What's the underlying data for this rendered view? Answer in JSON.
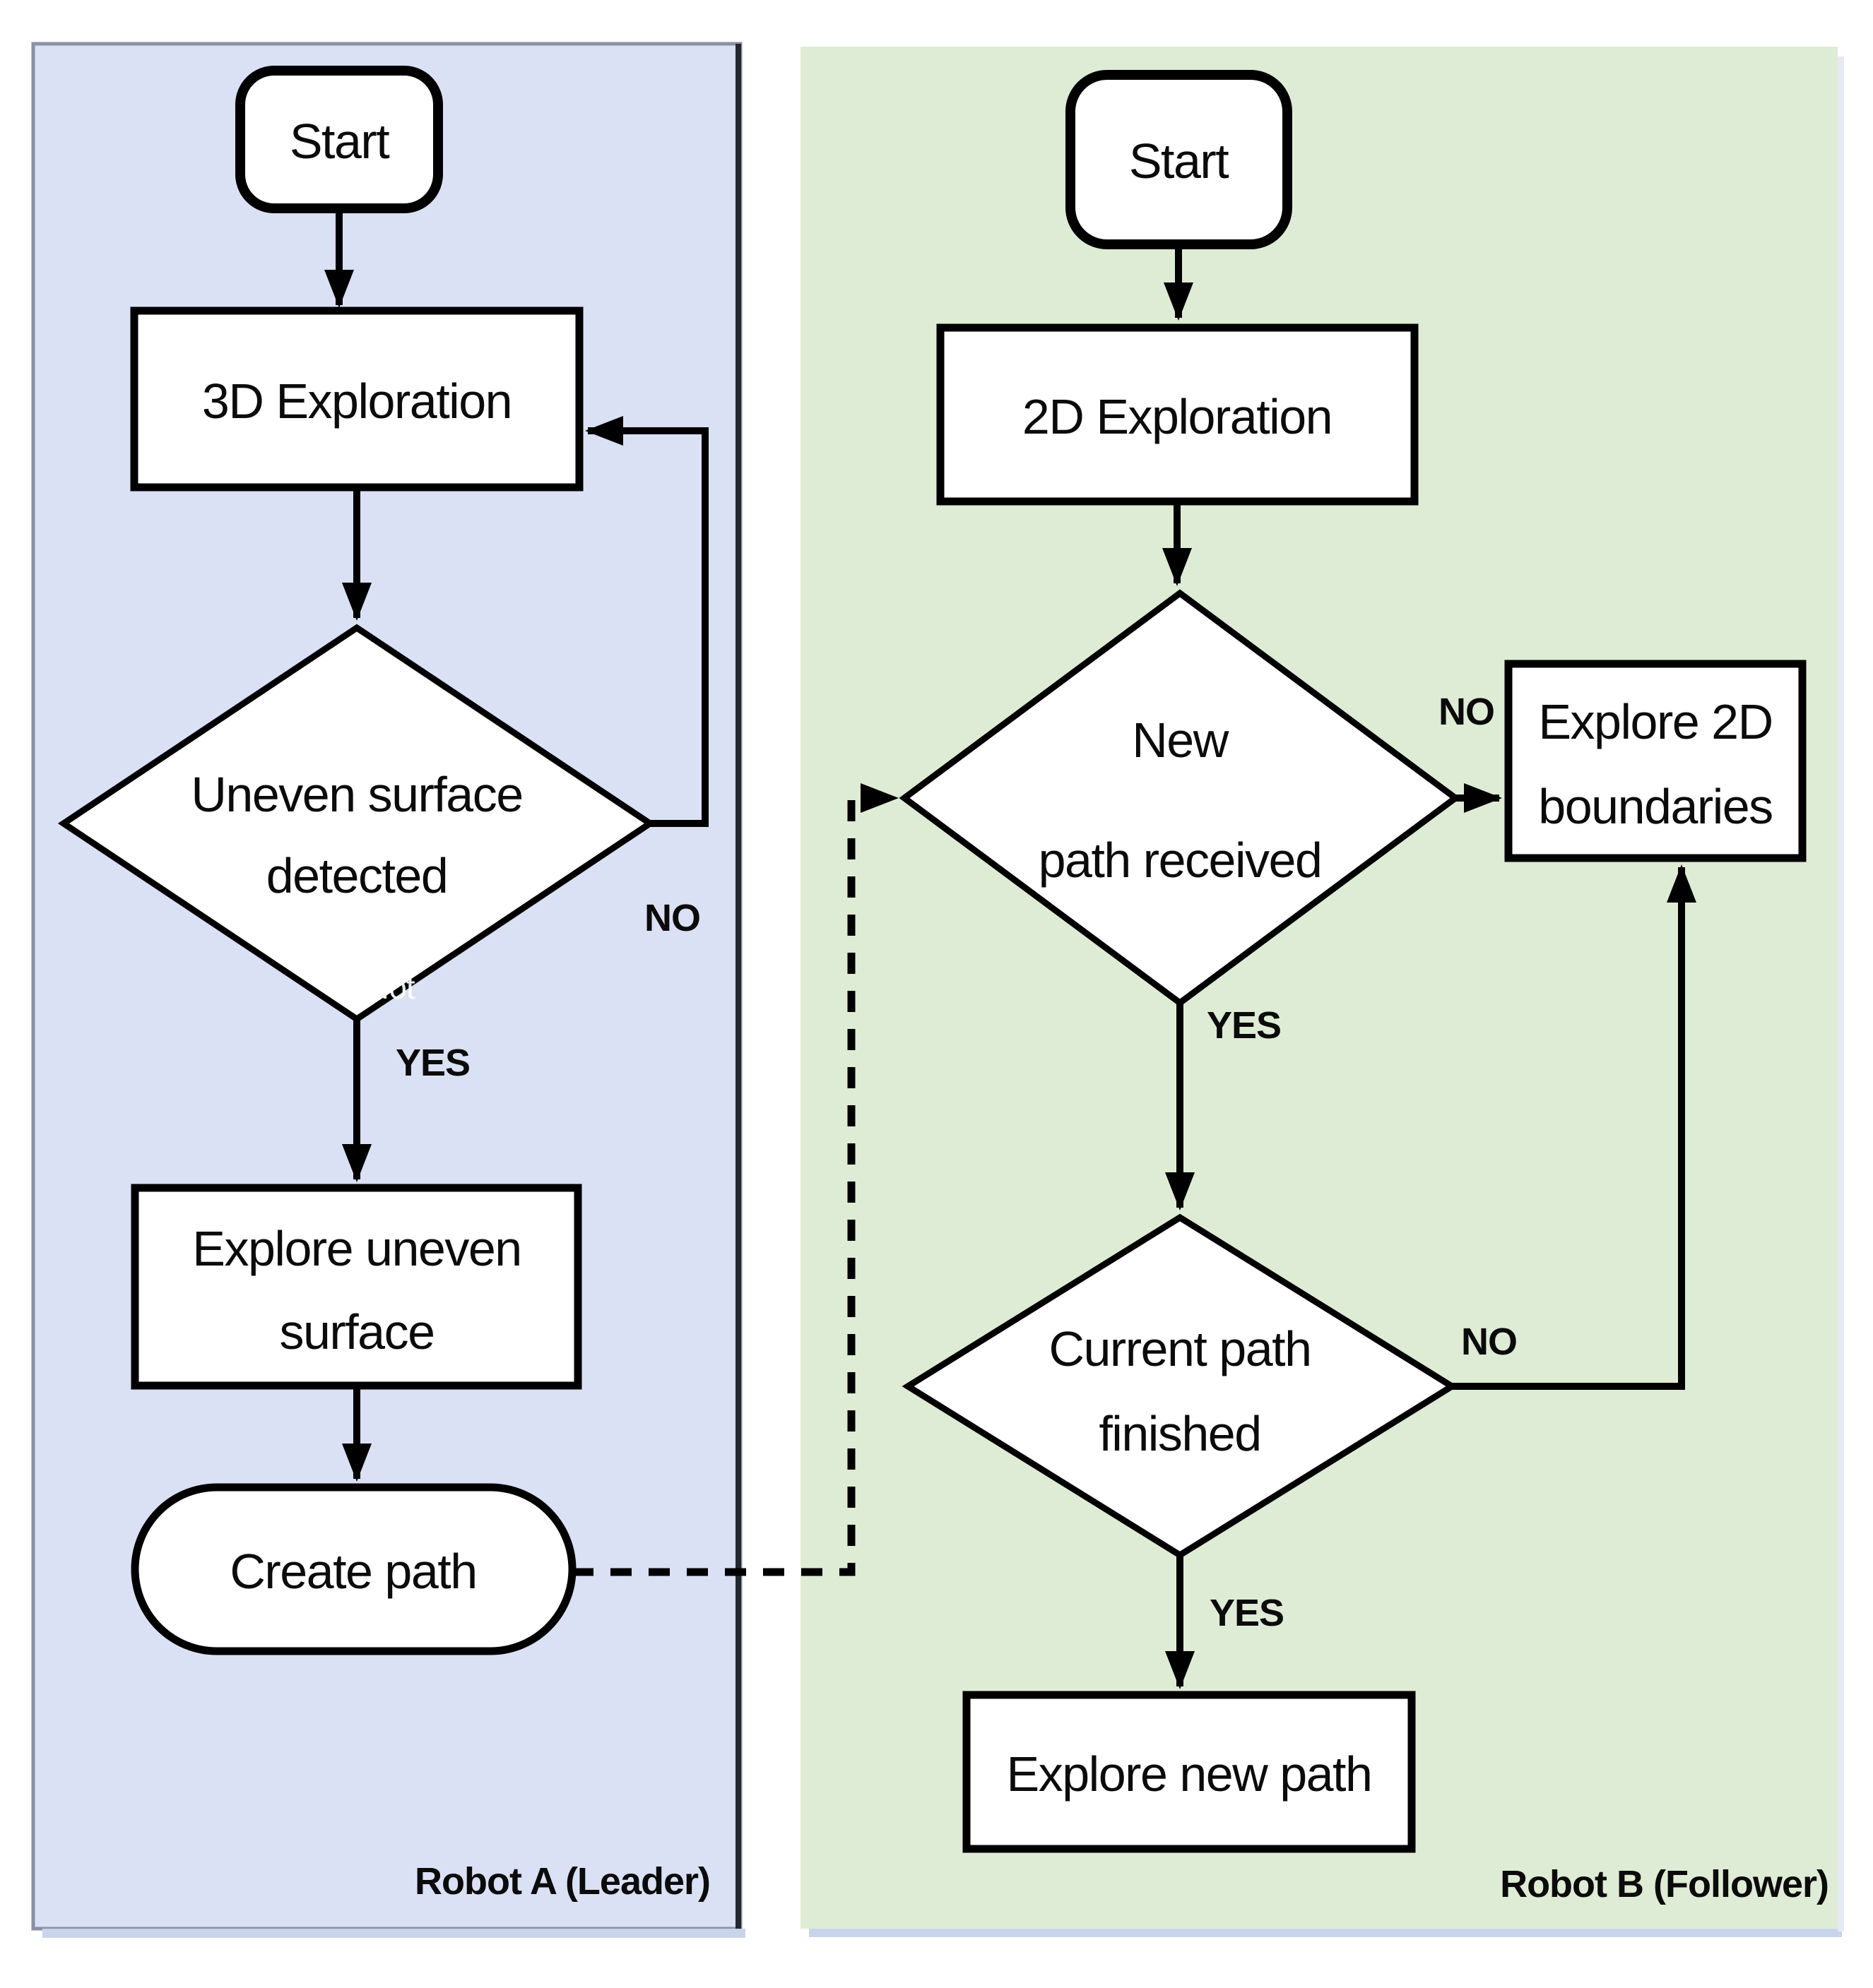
{
  "panels": {
    "robot_a": {
      "label": "Robot A (Leader)",
      "bg_color": "#dbe1f4"
    },
    "robot_b": {
      "label": "Robot B (Follower)",
      "bg_color": "#dfecd5"
    }
  },
  "nodes": {
    "start_a": {
      "label": "Start"
    },
    "exploration_3d": {
      "label": "3D Exploration"
    },
    "uneven_surface": {
      "lines": [
        "Uneven surface",
        "detected"
      ]
    },
    "explore_uneven": {
      "lines": [
        "Explore uneven",
        "surface"
      ]
    },
    "create_path": {
      "label": "Create path"
    },
    "start_b": {
      "label": "Start"
    },
    "exploration_2d": {
      "label": "2D Exploration"
    },
    "new_path": {
      "lines": [
        "New",
        "path received"
      ]
    },
    "explore_2d": {
      "lines": [
        "Explore 2D",
        "boundaries"
      ]
    },
    "current_path": {
      "lines": [
        "Current path",
        "finished"
      ]
    },
    "explore_new": {
      "label": "Explore new path"
    }
  },
  "edge_labels": {
    "uneven_no": "NO",
    "uneven_yes": "YES",
    "newpath_no": "NO",
    "newpath_yes": "YES",
    "current_no": "NO",
    "current_yes": "YES"
  },
  "watermark": "...ot",
  "colors": {
    "node_fill": "#ffffff",
    "stroke": "#000000",
    "panel_a_bg": "#dbe1f4",
    "panel_b_bg": "#dfecd5",
    "shadow": "#c9d4ea"
  }
}
